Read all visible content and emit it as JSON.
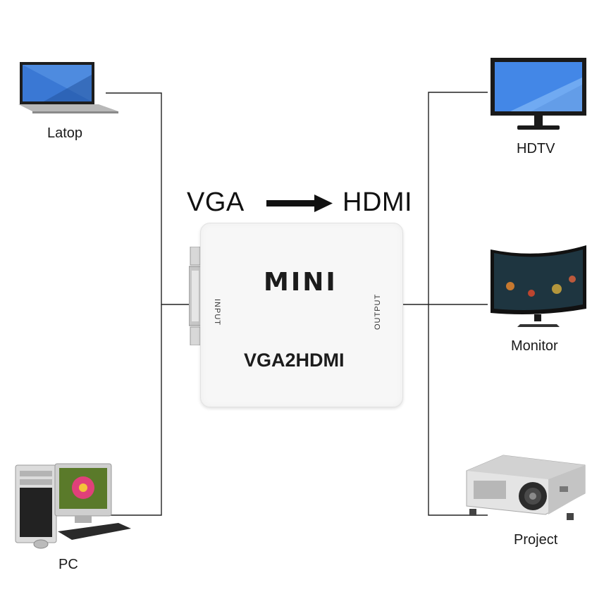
{
  "heading": {
    "source": "VGA",
    "target": "HDMI"
  },
  "adapter": {
    "brand": "MINI",
    "model": "VGA2HDMI",
    "input_port": "INPUT",
    "output_port": "OUTPUT"
  },
  "devices": {
    "laptop": {
      "label": "Latop",
      "icon": "laptop-icon"
    },
    "pc": {
      "label": "PC",
      "icon": "desktop-pc-icon"
    },
    "hdtv": {
      "label": "HDTV",
      "icon": "tv-icon"
    },
    "monitor": {
      "label": "Monitor",
      "icon": "curved-monitor-icon"
    },
    "projector": {
      "label": "Project",
      "icon": "projector-icon"
    }
  },
  "colors": {
    "line": "#222222",
    "adapter_body": "#f7f7f7",
    "screen_blue": "#2a6fd6"
  }
}
